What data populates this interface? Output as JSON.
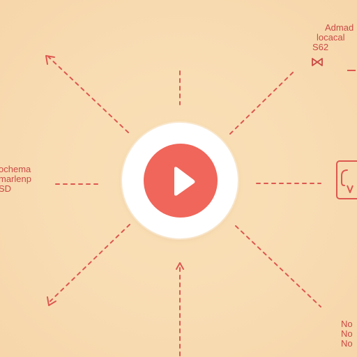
{
  "theme": {
    "background": "#f9ddb2",
    "accent": "#f0665a",
    "line_color": "#dc574f",
    "hub_color": "#ffffff"
  },
  "center": {
    "icon": "play-icon"
  },
  "labels": {
    "top_right": [
      "Admad",
      "locacal",
      "S62"
    ],
    "left": [
      "ochema",
      "marlenp",
      "SD"
    ],
    "bottom_right": [
      "No",
      "No",
      "No"
    ]
  },
  "icons": {
    "side_card": "card-icon",
    "top_right_glyph": "bowtie-icon"
  }
}
